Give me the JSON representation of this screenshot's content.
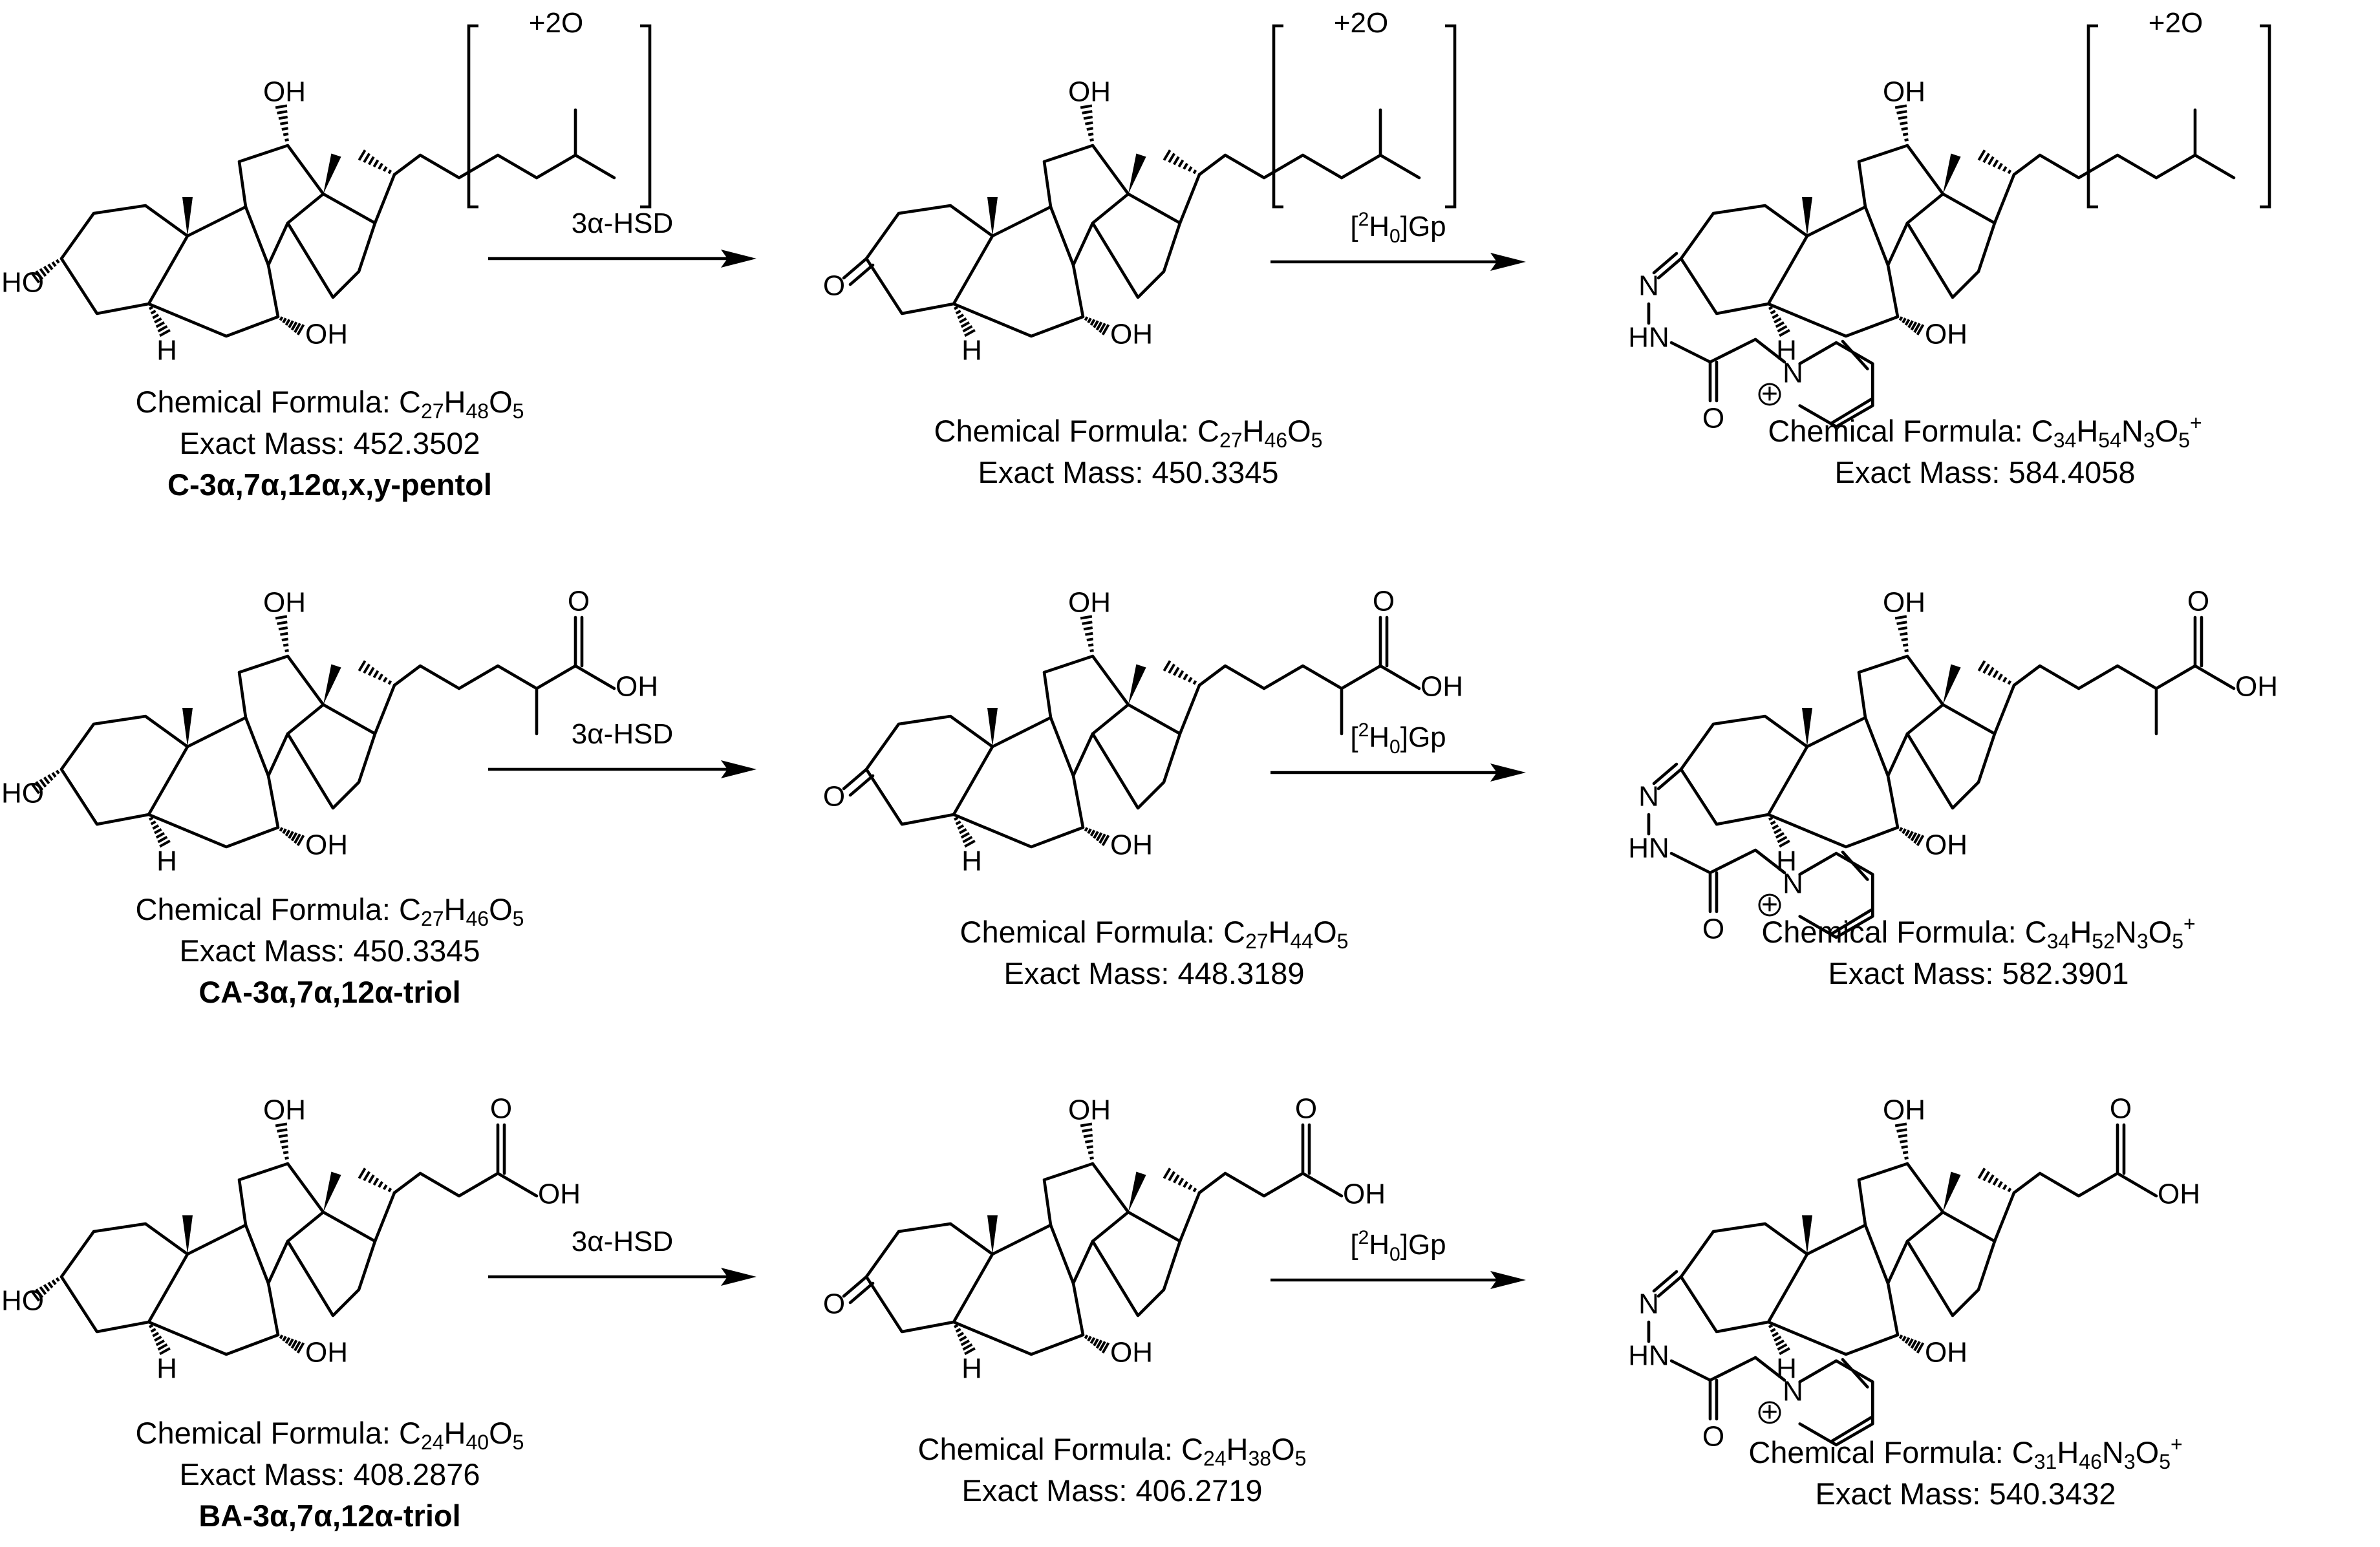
{
  "rows": [
    {
      "reaction_arrows": [
        {
          "label": "3α-HSD"
        },
        {
          "label_prefix": "[",
          "label_sup": "2",
          "label_mid": "H",
          "label_sub": "0",
          "label_suffix": "]Gp"
        }
      ],
      "compounds": [
        {
          "formula_prefix": "Chemical Formula: ",
          "formula": [
            [
              "C",
              "27"
            ],
            [
              "H",
              "48"
            ],
            [
              "O",
              "5"
            ]
          ],
          "charge": "",
          "mass": "Exact Mass: 452.3502",
          "name": "C-3α,7α,12α,x,y-pentol",
          "bracket_label": "+2O"
        },
        {
          "formula_prefix": "Chemical Formula: ",
          "formula": [
            [
              "C",
              "27"
            ],
            [
              "H",
              "46"
            ],
            [
              "O",
              "5"
            ]
          ],
          "charge": "",
          "mass": "Exact Mass: 450.3345",
          "name": "",
          "bracket_label": "+2O"
        },
        {
          "formula_prefix": "Chemical Formula: ",
          "formula": [
            [
              "C",
              "34"
            ],
            [
              "H",
              "54"
            ],
            [
              "N",
              "3"
            ],
            [
              "O",
              "5"
            ]
          ],
          "charge": "+",
          "mass": "Exact Mass: 584.4058",
          "name": "",
          "bracket_label": "+2O"
        }
      ]
    },
    {
      "reaction_arrows": [
        {
          "label": "3α-HSD"
        },
        {
          "label_prefix": "[",
          "label_sup": "2",
          "label_mid": "H",
          "label_sub": "0",
          "label_suffix": "]Gp"
        }
      ],
      "compounds": [
        {
          "formula_prefix": "Chemical Formula: ",
          "formula": [
            [
              "C",
              "27"
            ],
            [
              "H",
              "46"
            ],
            [
              "O",
              "5"
            ]
          ],
          "charge": "",
          "mass": "Exact Mass: 450.3345",
          "name": "CA-3α,7α,12α-triol"
        },
        {
          "formula_prefix": "Chemical Formula: ",
          "formula": [
            [
              "C",
              "27"
            ],
            [
              "H",
              "44"
            ],
            [
              "O",
              "5"
            ]
          ],
          "charge": "",
          "mass": "Exact Mass: 448.3189",
          "name": ""
        },
        {
          "formula_prefix": "Chemical Formula: ",
          "formula": [
            [
              "C",
              "34"
            ],
            [
              "H",
              "52"
            ],
            [
              "N",
              "3"
            ],
            [
              "O",
              "5"
            ]
          ],
          "charge": "+",
          "mass": "Exact Mass: 582.3901",
          "name": ""
        }
      ]
    },
    {
      "reaction_arrows": [
        {
          "label": "3α-HSD"
        },
        {
          "label_prefix": "[",
          "label_sup": "2",
          "label_mid": "H",
          "label_sub": "0",
          "label_suffix": "]Gp"
        }
      ],
      "compounds": [
        {
          "formula_prefix": "Chemical Formula: ",
          "formula": [
            [
              "C",
              "24"
            ],
            [
              "H",
              "40"
            ],
            [
              "O",
              "5"
            ]
          ],
          "charge": "",
          "mass": "Exact Mass: 408.2876",
          "name": "BA-3α,7α,12α-triol"
        },
        {
          "formula_prefix": "Chemical Formula: ",
          "formula": [
            [
              "C",
              "24"
            ],
            [
              "H",
              "38"
            ],
            [
              "O",
              "5"
            ]
          ],
          "charge": "",
          "mass": "Exact Mass: 406.2719",
          "name": ""
        },
        {
          "formula_prefix": "Chemical Formula: ",
          "formula": [
            [
              "C",
              "31"
            ],
            [
              "H",
              "46"
            ],
            [
              "N",
              "3"
            ],
            [
              "O",
              "5"
            ]
          ],
          "charge": "+",
          "mass": "Exact Mass: 540.3432",
          "name": ""
        }
      ]
    }
  ],
  "atom_labels": {
    "hydroxyl": "OH",
    "hydroxyl_left": "HO",
    "oxygen": "O",
    "hydrogen": "H",
    "nitrogen": "N",
    "nitrogen_hydrogen": "HN",
    "pyridinium_plus": "+",
    "pyridinium_n_charge": "+"
  }
}
